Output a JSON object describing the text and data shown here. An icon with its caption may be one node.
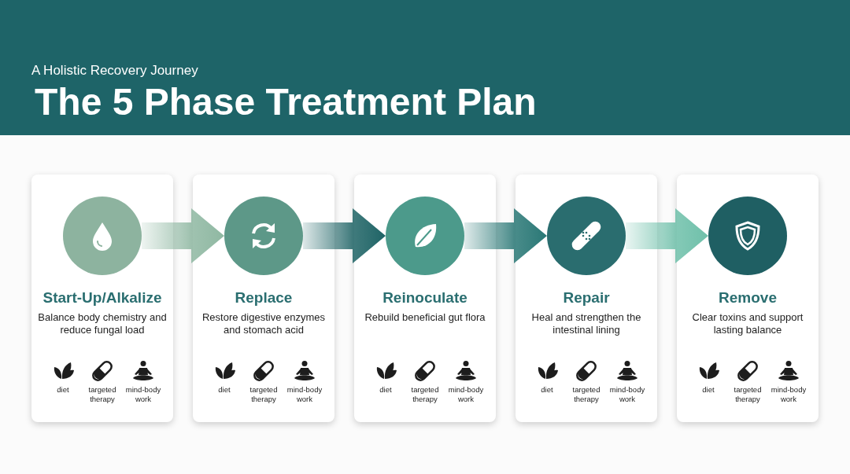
{
  "diagram": {
    "title": "The 5 Phase Treatment Plan",
    "nodes": [
      {
        "text": [
          "Start-Up/Alkalize",
          "Balance body chemistry and reduce fungal load"
        ]
      },
      {
        "text": [],
        "shape": "circle",
        "in": 0
      },
      {
        "text": [
          "Replace",
          "Restore digestive enzymes and stomach acid"
        ]
      },
      {
        "text": [],
        "shape": "circle",
        "in": 2
      },
      {
        "text": [
          "Reinoculate",
          "Rebuild beneficial gut flora"
        ]
      },
      {
        "text": [],
        "shape": "circle",
        "in": 4
      },
      {
        "text": [
          "Repair",
          "Heal and strengthen the intestinal lining"
        ]
      },
      {
        "text": [],
        "shape": "circle",
        "in": 6
      },
      {
        "text": [
          "Remove",
          "Clear toxins and support lasting balance"
        ]
      },
      {
        "text": [],
        "shape": "circle",
        "in": 8
      }
    ],
    "edges": [
      {
        "from": 1,
        "to": 3,
        "arrow": "to",
        "color": "#8fb8a2"
      },
      {
        "from": 3,
        "to": 5,
        "arrow": "to",
        "color": "#1f6466"
      },
      {
        "from": 5,
        "to": 7,
        "arrow": "to",
        "color": "#2a7876"
      },
      {
        "from": 7,
        "to": 9,
        "arrow": "to",
        "color": "#6fc0aa"
      }
    ],
    "labels": [
      "A Holistic Recovery Journey",
      "diet",
      "targeted therapy",
      "mind-body work",
      "diet",
      "targeted therapy",
      "mind-body work",
      "diet",
      "targeted therapy",
      "mind-body work",
      "diet",
      "targeted therapy",
      "mind-body work",
      "diet",
      "targeted therapy",
      "mind-body work"
    ]
  }
}
